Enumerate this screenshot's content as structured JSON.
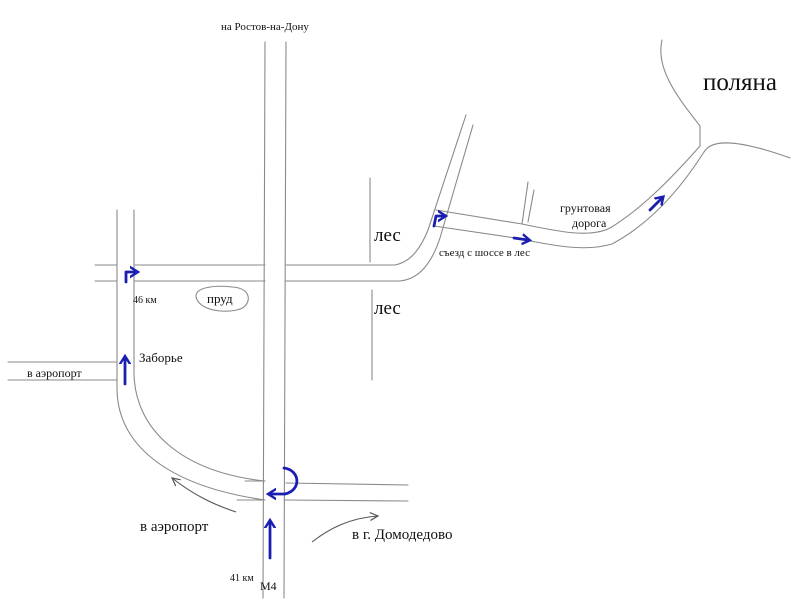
{
  "labels": {
    "to_rostov": "на Ростов-на-Дону",
    "polyana": "поляна",
    "grunt_road": "грунтовая",
    "grunt_road_2": "дорога",
    "forest_top": "лес",
    "forest_bottom": "лес",
    "exit_to_forest": "съезд с шоссе в лес",
    "km46": "46 км",
    "pond": "пруд",
    "zaborye": "Заборье",
    "to_airport_left": "в аэропорт",
    "to_airport_bottom": "в аэропорт",
    "to_domodedovo": "в г. Домодедово",
    "km41": "41 км",
    "m4": "М4"
  },
  "colors": {
    "road_line": "#8a8a8a",
    "arrow_blue": "#1a1fb0",
    "thin_arrow": "#555555"
  },
  "icons": {
    "route_arrow": "blue-arrow-icon",
    "direction_arrow": "thin-arrow-icon"
  }
}
